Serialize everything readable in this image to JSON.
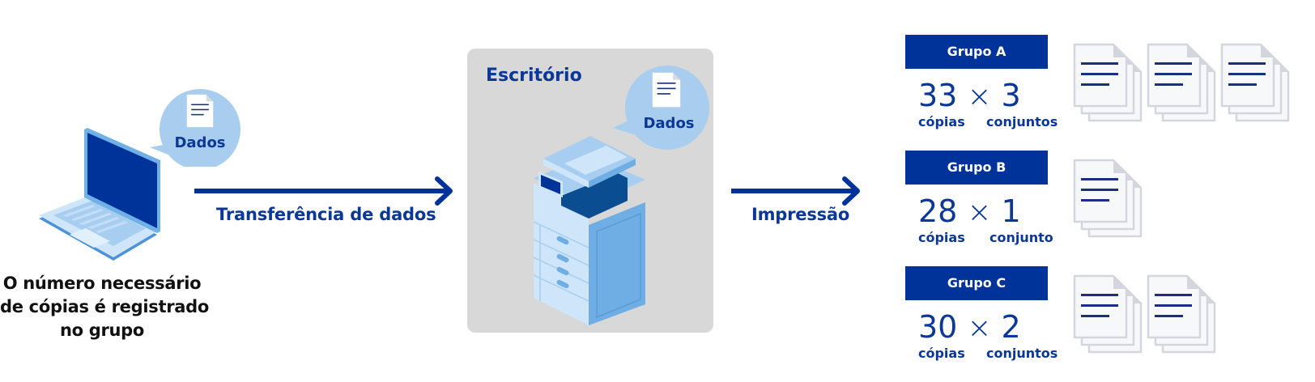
{
  "colors": {
    "brand_blue": "#003399",
    "text_blue": "#0b3796",
    "office_bg": "#d8d8d8",
    "bubble_bg": "#a9cdef",
    "caption_text": "#111111"
  },
  "left": {
    "device": "laptop-icon",
    "bubble": {
      "icon": "document-icon",
      "label": "Dados"
    },
    "caption_lines": [
      "O número necessário",
      "de cópias é registrado",
      "no grupo"
    ]
  },
  "arrows": [
    {
      "label": "Transferência de dados"
    },
    {
      "label": "Impressão"
    }
  ],
  "office": {
    "title": "Escritório",
    "device": "printer-icon",
    "bubble": {
      "icon": "document-icon",
      "label": "Dados"
    }
  },
  "groups": [
    {
      "name": "Grupo A",
      "copies": "33",
      "times": "×",
      "sets": "3",
      "copies_unit": "cópias",
      "sets_unit": "conjuntos",
      "stack_count": 3
    },
    {
      "name": "Grupo B",
      "copies": "28",
      "times": "×",
      "sets": "1",
      "copies_unit": "cópias",
      "sets_unit": "conjunto",
      "stack_count": 1
    },
    {
      "name": "Grupo C",
      "copies": "30",
      "times": "×",
      "sets": "2",
      "copies_unit": "cópias",
      "sets_unit": "conjuntos",
      "stack_count": 2
    }
  ]
}
